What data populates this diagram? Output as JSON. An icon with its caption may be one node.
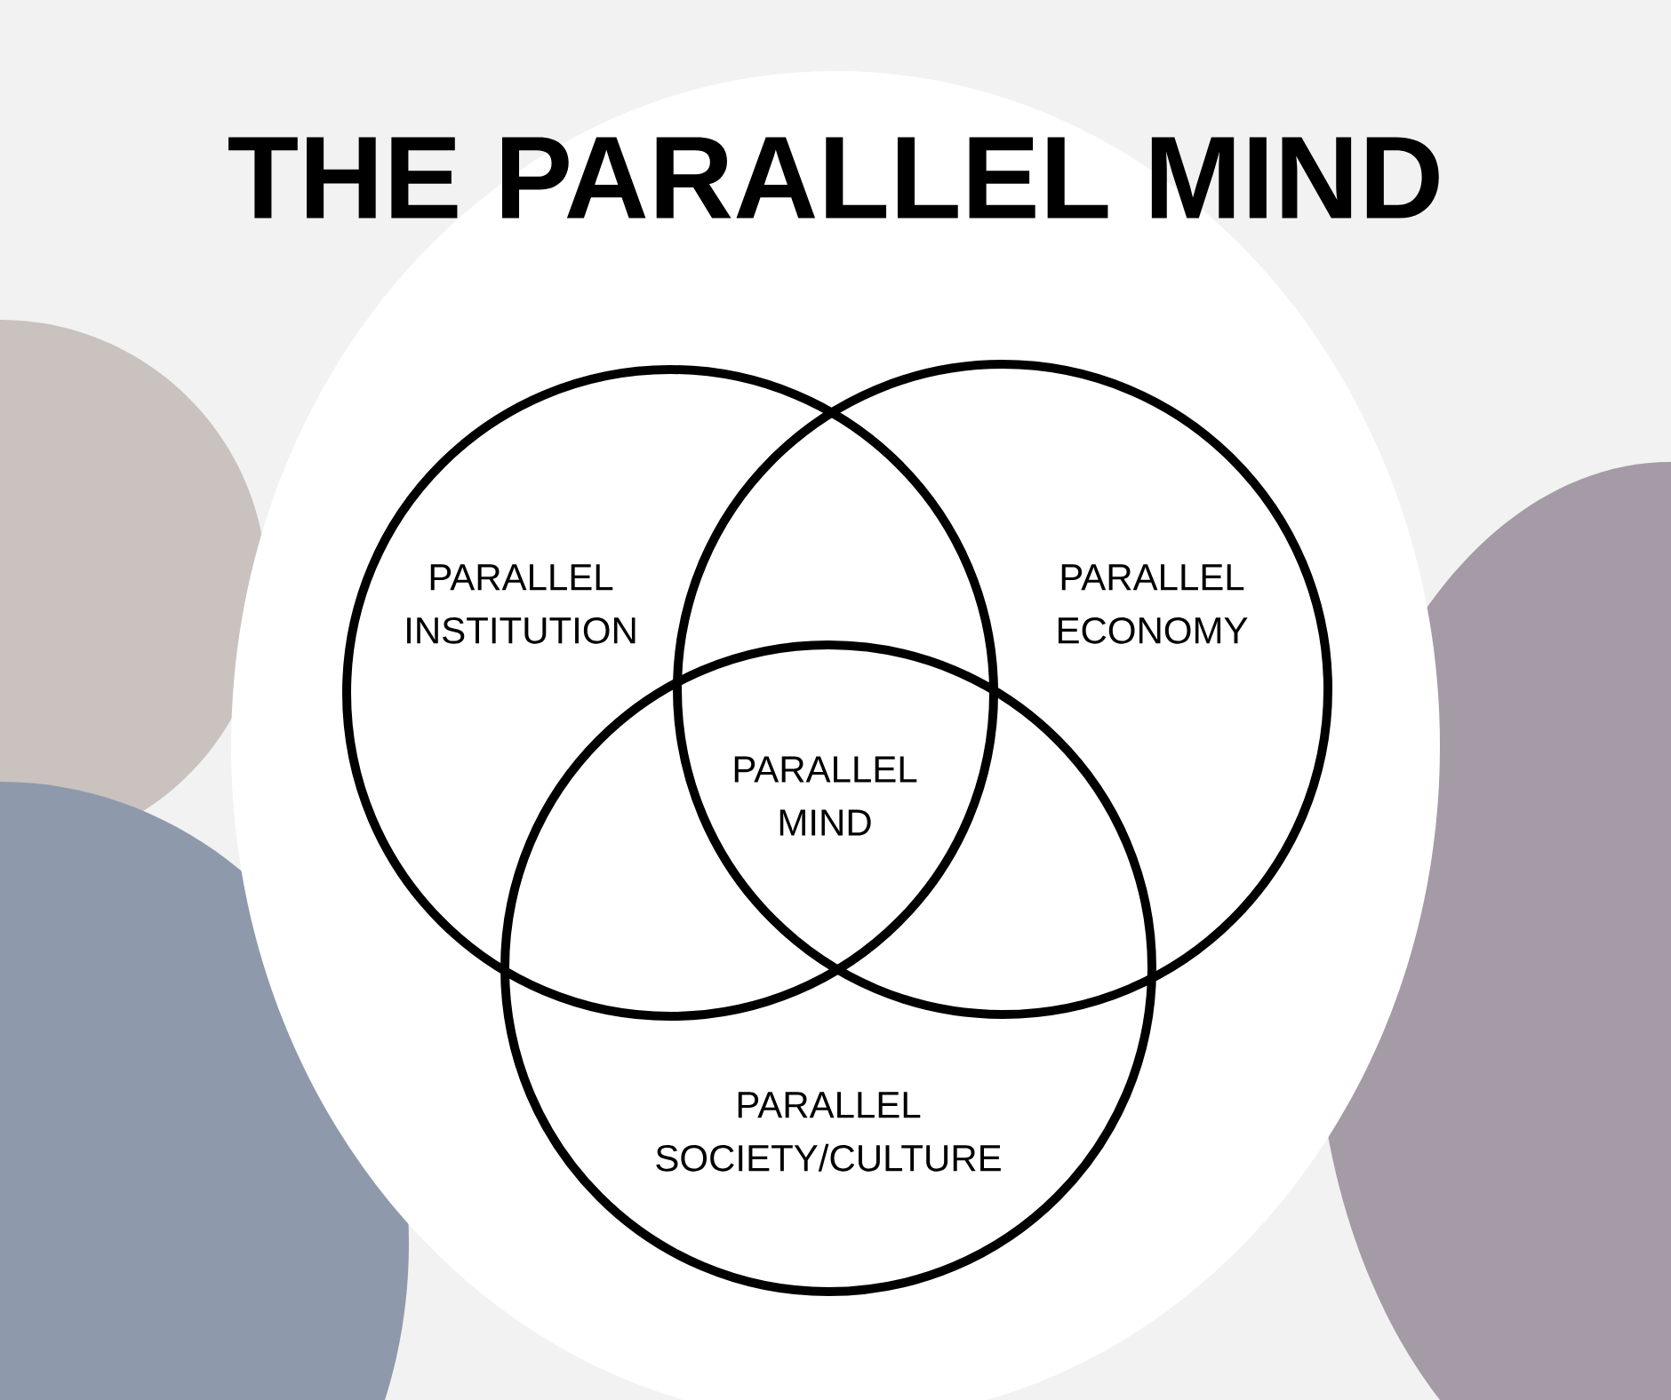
{
  "diagram": {
    "title": "THE PARALLEL MIND",
    "nodes": [
      {
        "text": [
          "PARALLEL INSTITUTION"
        ]
      },
      {
        "text": [
          "PARALLEL ECONOMY"
        ]
      },
      {
        "text": [
          "PARALLEL SOCIETY/CULTURE"
        ]
      }
    ],
    "edges": [],
    "labels": [
      "PARALLEL MIND"
    ]
  }
}
